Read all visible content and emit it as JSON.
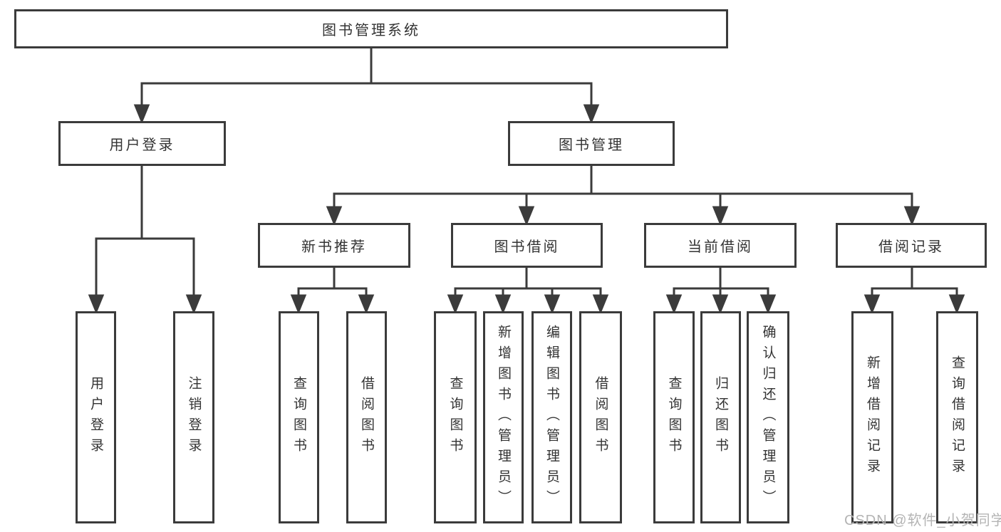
{
  "diagram": {
    "root": {
      "label": "图书管理系统"
    },
    "branches": [
      {
        "label": "用户登录",
        "children": [
          {
            "label": "用户登录"
          },
          {
            "label": "注销登录"
          }
        ]
      },
      {
        "label": "图书管理",
        "children": [
          {
            "label": "新书推荐",
            "children": [
              {
                "label": "查询图书"
              },
              {
                "label": "借阅图书"
              }
            ]
          },
          {
            "label": "图书借阅",
            "children": [
              {
                "label": "查询图书"
              },
              {
                "label": "新增图书（管理员）"
              },
              {
                "label": "编辑图书（管理员）"
              },
              {
                "label": "借阅图书"
              }
            ]
          },
          {
            "label": "当前借阅",
            "children": [
              {
                "label": "查询图书"
              },
              {
                "label": "归还图书"
              },
              {
                "label": "确认归还（管理员）"
              }
            ]
          },
          {
            "label": "借阅记录",
            "children": [
              {
                "label": "新增借阅记录"
              },
              {
                "label": "查询借阅记录"
              }
            ]
          }
        ]
      }
    ]
  },
  "watermark": {
    "text": "CSDN @软件_小贺同学"
  },
  "colors": {
    "line": "#3b3b3b",
    "text": "#333333",
    "watermark": "#b4b4b4",
    "background": "#ffffff"
  }
}
